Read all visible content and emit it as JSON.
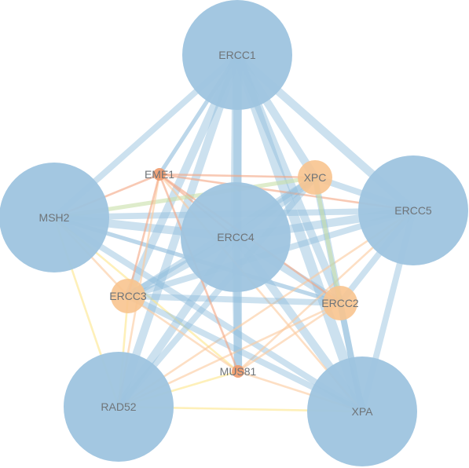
{
  "colors": {
    "hub_node": "#9ec4df",
    "small_node": "#f8c48f",
    "tiny_node": "#ef9a6b",
    "label": "#6f7478"
  },
  "nodes": [
    {
      "id": "ERCC1",
      "label": "ERCC1",
      "kind": "hub"
    },
    {
      "id": "ERCC4",
      "label": "ERCC4",
      "kind": "hub"
    },
    {
      "id": "MSH2",
      "label": "MSH2",
      "kind": "hub"
    },
    {
      "id": "ERCC5",
      "label": "ERCC5",
      "kind": "hub"
    },
    {
      "id": "RAD52",
      "label": "RAD52",
      "kind": "hub"
    },
    {
      "id": "XPA",
      "label": "XPA",
      "kind": "hub"
    },
    {
      "id": "XPC",
      "label": "XPC",
      "kind": "small"
    },
    {
      "id": "ERCC3",
      "label": "ERCC3",
      "kind": "small"
    },
    {
      "id": "ERCC2",
      "label": "ERCC2",
      "kind": "small"
    },
    {
      "id": "EME1",
      "label": "EME1",
      "kind": "tiny"
    },
    {
      "id": "MUS81",
      "label": "MUS81",
      "kind": "tiny"
    }
  ],
  "edges": [
    {
      "source": "ERCC1",
      "target": "ERCC4",
      "color": "#8fbcdc",
      "strength": 5
    },
    {
      "source": "ERCC1",
      "target": "MSH2",
      "color": "#8fbcdc",
      "strength": 3
    },
    {
      "source": "ERCC1",
      "target": "ERCC5",
      "color": "#8fbcdc",
      "strength": 4
    },
    {
      "source": "ERCC1",
      "target": "RAD52",
      "color": "#8fbcdc",
      "strength": 4
    },
    {
      "source": "ERCC1",
      "target": "XPA",
      "color": "#8fbcdc",
      "strength": 5
    },
    {
      "source": "ERCC1",
      "target": "XPC",
      "color": "#8fbcdc",
      "strength": 4
    },
    {
      "source": "ERCC1",
      "target": "ERCC3",
      "color": "#8fbcdc",
      "strength": 4
    },
    {
      "source": "ERCC1",
      "target": "ERCC2",
      "color": "#8fbcdc",
      "strength": 4
    },
    {
      "source": "ERCC1",
      "target": "MUS81",
      "color": "#8fbcdc",
      "strength": 4
    },
    {
      "source": "ERCC1",
      "target": "EME1",
      "color": "#8fbcdc",
      "strength": 2
    },
    {
      "source": "ERCC4",
      "target": "MSH2",
      "color": "#8fbcdc",
      "strength": 4
    },
    {
      "source": "ERCC4",
      "target": "ERCC5",
      "color": "#8fbcdc",
      "strength": 4
    },
    {
      "source": "ERCC4",
      "target": "RAD52",
      "color": "#8fbcdc",
      "strength": 4
    },
    {
      "source": "ERCC4",
      "target": "XPA",
      "color": "#8fbcdc",
      "strength": 4
    },
    {
      "source": "ERCC4",
      "target": "XPC",
      "color": "#8fbcdc",
      "strength": 4
    },
    {
      "source": "ERCC4",
      "target": "ERCC3",
      "color": "#8fbcdc",
      "strength": 4
    },
    {
      "source": "ERCC4",
      "target": "ERCC2",
      "color": "#8fbcdc",
      "strength": 4
    },
    {
      "source": "ERCC4",
      "target": "MUS81",
      "color": "#8fbcdc",
      "strength": 4
    },
    {
      "source": "ERCC4",
      "target": "EME1",
      "color": "#f4a582",
      "strength": 1
    },
    {
      "source": "MSH2",
      "target": "ERCC5",
      "color": "#8fbcdc",
      "strength": 3
    },
    {
      "source": "MSH2",
      "target": "XPA",
      "color": "#8fbcdc",
      "strength": 3
    },
    {
      "source": "MSH2",
      "target": "RAD52",
      "color": "#fde68a",
      "strength": 1
    },
    {
      "source": "MSH2",
      "target": "ERCC2",
      "color": "#8fbcdc",
      "strength": 2
    },
    {
      "source": "MSH2",
      "target": "XPC",
      "color": "#c8dfa8",
      "strength": 2
    },
    {
      "source": "MSH2",
      "target": "EME1",
      "color": "#f4a582",
      "strength": 1
    },
    {
      "source": "MSH2",
      "target": "ERCC3",
      "color": "#fbc99c",
      "strength": 1
    },
    {
      "source": "MSH2",
      "target": "MUS81",
      "color": "#fde68a",
      "strength": 1
    },
    {
      "source": "ERCC5",
      "target": "XPA",
      "color": "#8fbcdc",
      "strength": 3
    },
    {
      "source": "ERCC5",
      "target": "ERCC3",
      "color": "#8fbcdc",
      "strength": 3
    },
    {
      "source": "ERCC5",
      "target": "ERCC2",
      "color": "#8fbcdc",
      "strength": 3
    },
    {
      "source": "ERCC5",
      "target": "RAD52",
      "color": "#fbc99c",
      "strength": 1
    },
    {
      "source": "ERCC5",
      "target": "XPC",
      "color": "#8fbcdc",
      "strength": 3
    },
    {
      "source": "ERCC5",
      "target": "MUS81",
      "color": "#fbc99c",
      "strength": 1
    },
    {
      "source": "ERCC5",
      "target": "EME1",
      "color": "#f4a582",
      "strength": 1
    },
    {
      "source": "RAD52",
      "target": "XPA",
      "color": "#fde68a",
      "strength": 1
    },
    {
      "source": "RAD52",
      "target": "ERCC3",
      "color": "#fde68a",
      "strength": 1
    },
    {
      "source": "RAD52",
      "target": "ERCC2",
      "color": "#fbc99c",
      "strength": 1
    },
    {
      "source": "RAD52",
      "target": "XPC",
      "color": "#8fbcdc",
      "strength": 3
    },
    {
      "source": "RAD52",
      "target": "MUS81",
      "color": "#fde68a",
      "strength": 1
    },
    {
      "source": "RAD52",
      "target": "EME1",
      "color": "#fbc99c",
      "strength": 1
    },
    {
      "source": "XPA",
      "target": "XPC",
      "color": "#8fbcdc",
      "strength": 3
    },
    {
      "source": "XPA",
      "target": "ERCC3",
      "color": "#8fbcdc",
      "strength": 3
    },
    {
      "source": "XPA",
      "target": "ERCC2",
      "color": "#8fbcdc",
      "strength": 3
    },
    {
      "source": "XPA",
      "target": "MUS81",
      "color": "#fbc99c",
      "strength": 1
    },
    {
      "source": "XPA",
      "target": "EME1",
      "color": "#fbc99c",
      "strength": 1
    },
    {
      "source": "XPC",
      "target": "ERCC3",
      "color": "#8fbcdc",
      "strength": 3
    },
    {
      "source": "XPC",
      "target": "ERCC2",
      "color": "#c8dfa8",
      "strength": 2
    },
    {
      "source": "XPC",
      "target": "EME1",
      "color": "#f4a582",
      "strength": 1
    },
    {
      "source": "ERCC3",
      "target": "ERCC2",
      "color": "#8fbcdc",
      "strength": 3
    },
    {
      "source": "ERCC3",
      "target": "MUS81",
      "color": "#fbc99c",
      "strength": 1
    },
    {
      "source": "ERCC3",
      "target": "EME1",
      "color": "#f4a582",
      "strength": 1
    },
    {
      "source": "ERCC2",
      "target": "MUS81",
      "color": "#fbc99c",
      "strength": 1
    },
    {
      "source": "ERCC2",
      "target": "EME1",
      "color": "#f4a582",
      "strength": 1
    },
    {
      "source": "MUS81",
      "target": "EME1",
      "color": "#f4a582",
      "strength": 1
    }
  ]
}
